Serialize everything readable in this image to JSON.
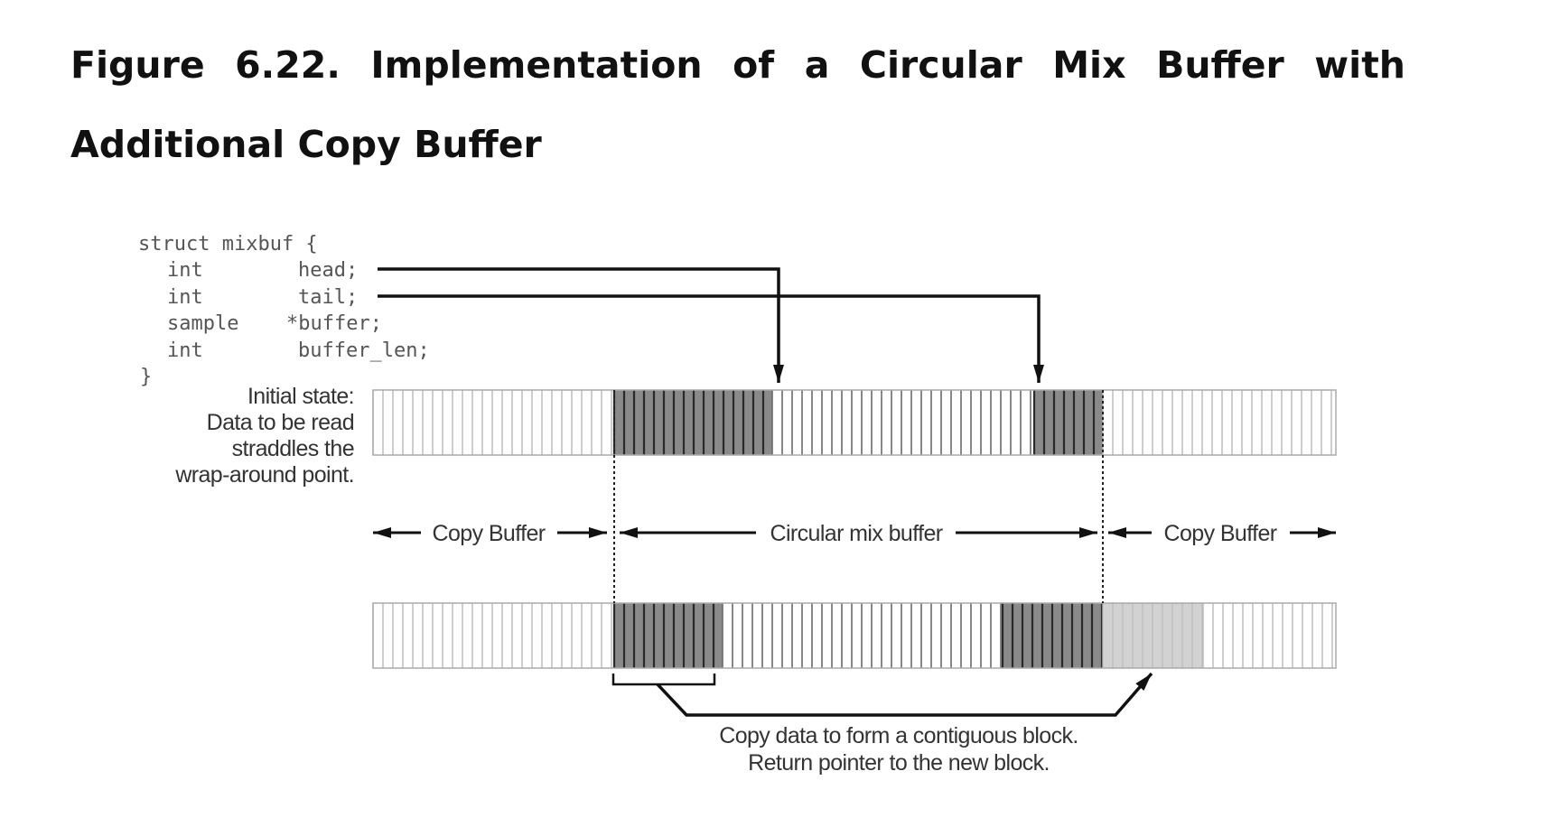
{
  "figure": {
    "caption_line1": [
      "Figure",
      "6.22.",
      "Implementation",
      "of",
      "a",
      "Circular",
      "Mix",
      "Buffer",
      "with"
    ],
    "caption_line2": "Additional Copy Buffer"
  },
  "code": {
    "line1": "struct mixbuf {",
    "fields": [
      {
        "type": "int",
        "name": "head;"
      },
      {
        "type": "int",
        "name": "tail;"
      },
      {
        "type": "sample",
        "name": "*buffer;"
      },
      {
        "type": "int",
        "name": "buffer_len;"
      }
    ],
    "close": "}"
  },
  "initial_state": {
    "line1": "Initial state:",
    "line2": "Data to be read",
    "line3": "straddles the",
    "line4": "wrap-around point."
  },
  "regions": {
    "left": "Copy Buffer",
    "middle": "Circular mix buffer",
    "right": "Copy Buffer"
  },
  "note": {
    "line1": "Copy data to form a contiguous block.",
    "line2": "Return pointer to the new block."
  }
}
